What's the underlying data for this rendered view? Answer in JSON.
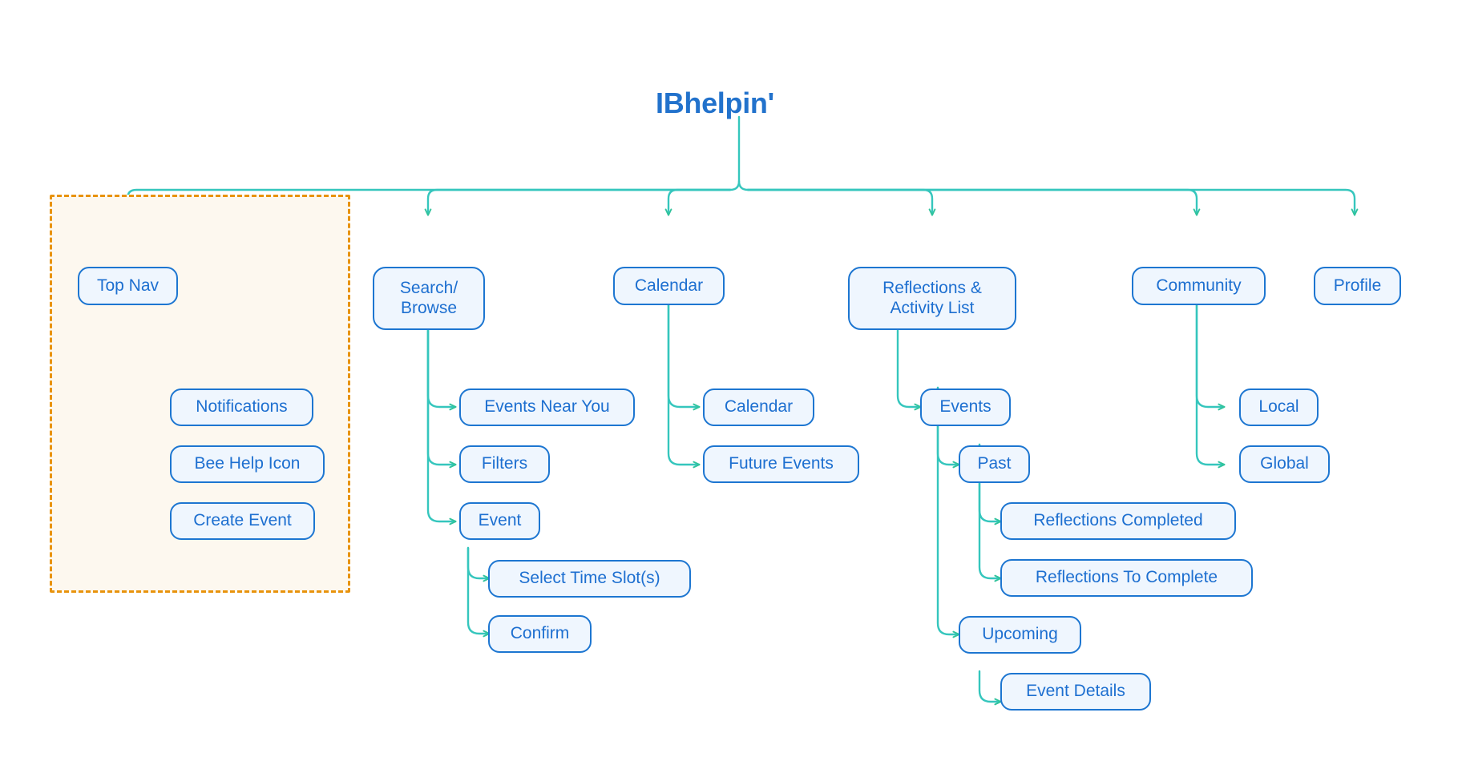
{
  "title": "IBhelpin'",
  "theme": {
    "node_fill": "#eff6fe",
    "node_border": "#1d76d1",
    "node_text": "#1d6fd0",
    "connector": "#35c6bd",
    "group_border": "#e8930c",
    "group_fill": "#fdf8ef",
    "title_color": "#2272cc",
    "background": "#ffffff"
  },
  "group": {
    "name": "top-nav-group",
    "label": ""
  },
  "nodes": {
    "top_nav": "Top Nav",
    "notifications": "Notifications",
    "bee_help_icon": "Bee Help Icon",
    "create_event": "Create Event",
    "search_browse": "Search/\nBrowse",
    "events_near_you": "Events Near You",
    "filters": "Filters",
    "event": "Event",
    "select_time_slots": "Select Time Slot(s)",
    "confirm": "Confirm",
    "calendar_top": "Calendar",
    "calendar_child": "Calendar",
    "future_events": "Future Events",
    "reflections_activity_list": "Reflections &\nActivity List",
    "events": "Events",
    "past": "Past",
    "reflections_completed": "Reflections Completed",
    "reflections_to_complete": "Reflections To Complete",
    "upcoming": "Upcoming",
    "event_details": "Event Details",
    "community": "Community",
    "local": "Local",
    "global": "Global",
    "profile": "Profile"
  },
  "tree": {
    "root": "IBhelpin'",
    "branches": [
      {
        "label": "Top Nav",
        "children": [
          {
            "label": "Notifications",
            "children": []
          },
          {
            "label": "Bee Help Icon",
            "children": []
          },
          {
            "label": "Create Event",
            "children": []
          }
        ]
      },
      {
        "label": "Search/Browse",
        "children": [
          {
            "label": "Events Near You",
            "children": []
          },
          {
            "label": "Filters",
            "children": []
          },
          {
            "label": "Event",
            "children": [
              {
                "label": "Select Time Slot(s)",
                "children": []
              },
              {
                "label": "Confirm",
                "children": []
              }
            ]
          }
        ]
      },
      {
        "label": "Calendar",
        "children": [
          {
            "label": "Calendar",
            "children": []
          },
          {
            "label": "Future Events",
            "children": []
          }
        ]
      },
      {
        "label": "Reflections & Activity List",
        "children": [
          {
            "label": "Events",
            "children": [
              {
                "label": "Past",
                "children": [
                  {
                    "label": "Reflections Completed",
                    "children": []
                  },
                  {
                    "label": "Reflections To Complete",
                    "children": []
                  }
                ]
              },
              {
                "label": "Upcoming",
                "children": [
                  {
                    "label": "Event Details",
                    "children": []
                  }
                ]
              }
            ]
          }
        ]
      },
      {
        "label": "Community",
        "children": [
          {
            "label": "Local",
            "children": []
          },
          {
            "label": "Global",
            "children": []
          }
        ]
      },
      {
        "label": "Profile",
        "children": []
      }
    ]
  }
}
